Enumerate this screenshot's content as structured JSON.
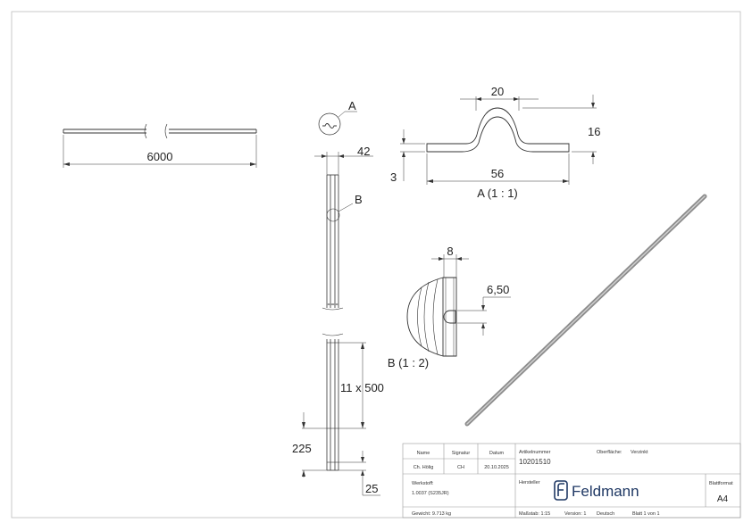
{
  "drawing": {
    "dimensions": {
      "overall_length": "6000",
      "bar_width": "42",
      "loop_width": "20",
      "loop_height": "16",
      "thickness": "3",
      "flange_length": "56",
      "hole_width": "8",
      "hole_position": "6,50",
      "hole_spacing": "11 x 500",
      "end_offset": "225",
      "end_margin": "25"
    },
    "detail_labels": {
      "a": "A",
      "b": "B",
      "a_title": "A (1 : 1)",
      "b_title": "B (1 : 2)"
    }
  },
  "title_block": {
    "headers": {
      "name": "Name",
      "signature": "Signatur",
      "date": "Datum"
    },
    "row": {
      "name": "Ch. Hölig",
      "signature": "CH",
      "date": "20.10.2025"
    },
    "material_label": "Werkstoff:",
    "material_value": "1.0037 (S235JR)",
    "weight": "Gewicht: 9.713 kg",
    "article_label": "Artikelnummer",
    "article_number": "10201510",
    "surface_label": "Oberfläche:",
    "surface_value": "Verzinkt",
    "manufacturer_label": "Hersteller",
    "logo_text": "Feldmann",
    "sheet_format_label": "Blattformat",
    "sheet_format_value": "A4",
    "scale": "Maßstab: 1:15",
    "version": "Version: 1",
    "language": "Deutsch",
    "sheet": "Blatt 1 von 1"
  }
}
